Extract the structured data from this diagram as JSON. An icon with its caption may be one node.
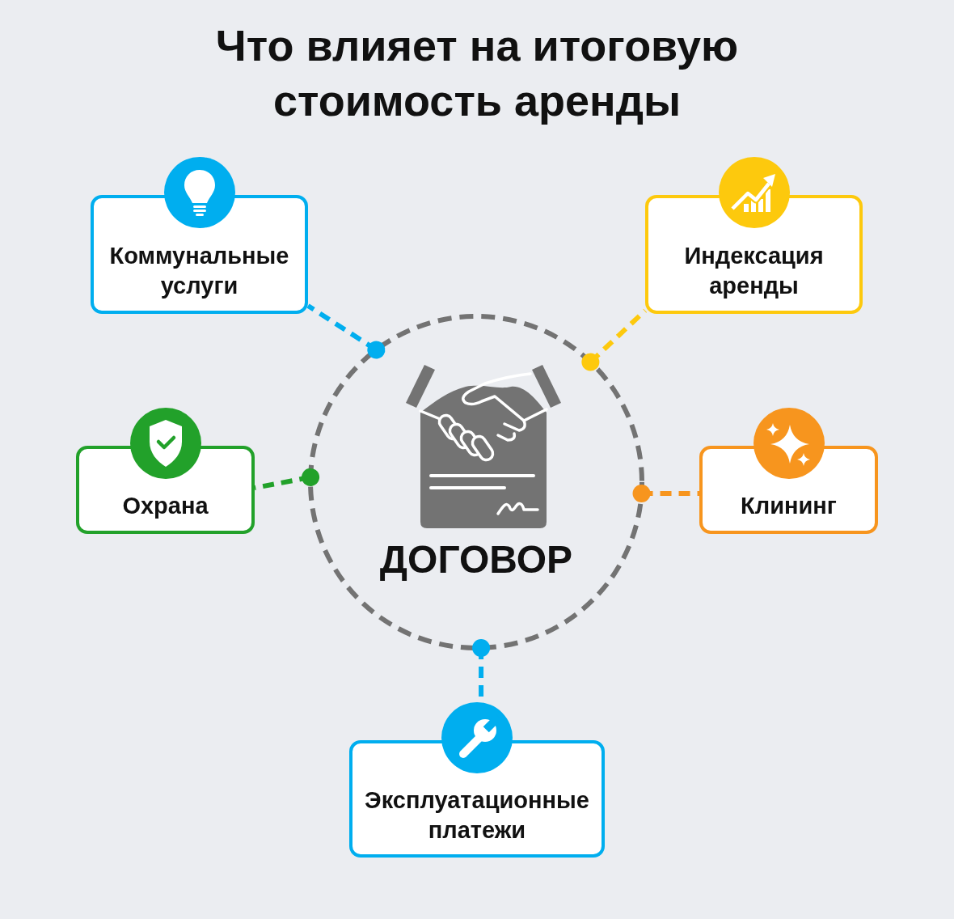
{
  "diagram": {
    "title": "Что влияет на итоговую стоимость аренды",
    "nodes": [
      {
        "text": [
          "ДОГОВОР"
        ]
      },
      {
        "text": [
          "Коммунальные услуги"
        ]
      },
      {
        "text": [
          "Индексация аренды"
        ]
      },
      {
        "text": [
          "Охрана"
        ]
      },
      {
        "text": [
          "Клининг"
        ]
      },
      {
        "text": [
          "Эксплуатационные платежи"
        ]
      }
    ],
    "edges": [
      {
        "from": 0,
        "to": 1,
        "arrow": "other",
        "style": "dashed",
        "color": "#00aeef"
      },
      {
        "from": 0,
        "to": 2,
        "arrow": "other",
        "style": "dashed",
        "color": "#fdc90d"
      },
      {
        "from": 0,
        "to": 3,
        "arrow": "other",
        "style": "dashed",
        "color": "#22a12a"
      },
      {
        "from": 0,
        "to": 4,
        "arrow": "other",
        "style": "dashed",
        "color": "#f7951e"
      },
      {
        "from": 0,
        "to": 5,
        "arrow": "other",
        "style": "dashed",
        "color": "#00aeef"
      }
    ]
  }
}
